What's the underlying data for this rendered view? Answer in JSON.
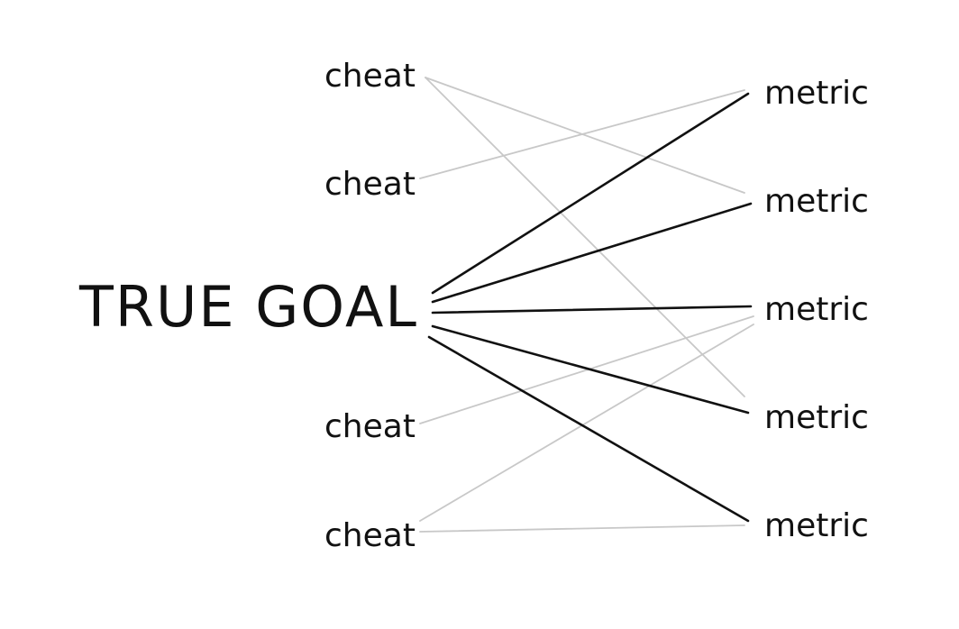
{
  "goal": {
    "label": "TRUE GOAL"
  },
  "cheats": [
    {
      "label": "cheat"
    },
    {
      "label": "cheat"
    },
    {
      "label": "cheat"
    },
    {
      "label": "cheat"
    }
  ],
  "metrics": [
    {
      "label": "metric"
    },
    {
      "label": "metric"
    },
    {
      "label": "metric"
    },
    {
      "label": "metric"
    },
    {
      "label": "metric"
    }
  ],
  "edges": {
    "goal_to_metric": [
      0,
      1,
      2,
      3,
      4
    ],
    "cheat_to_metric": [
      [
        0,
        1
      ],
      [
        0,
        3
      ],
      [
        1,
        0
      ],
      [
        2,
        2
      ],
      [
        3,
        2
      ],
      [
        3,
        4
      ]
    ]
  },
  "colors": {
    "goal_edge": "#111111",
    "cheat_edge": "#c8c8c8",
    "text": "#111111",
    "background": "#ffffff"
  }
}
